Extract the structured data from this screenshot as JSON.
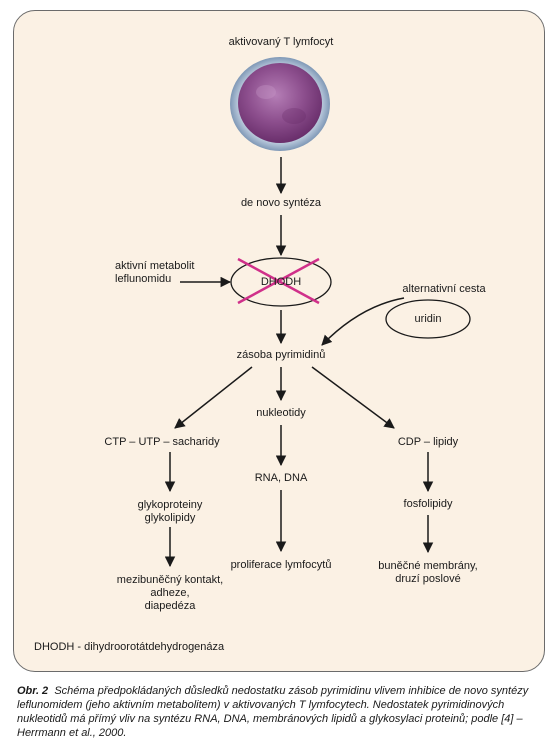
{
  "diagram": {
    "cell_label": "aktivovaný T lymfocyt",
    "de_novo": "de novo syntéza",
    "active_metabolite_line1": "aktivní metabolit",
    "active_metabolite_line2": "leflunomidu",
    "enzyme": "DHODH",
    "alternative_path": "alternativní cesta",
    "uridine": "uridin",
    "pyrimidine_pool": "zásoba pyrimidinů",
    "ctp_utp": "CTP – UTP – sacharidy",
    "nucleotides": "nukleotidy",
    "cdp": "CDP – lipidy",
    "glyco_line1": "glykoproteiny",
    "glyco_line2": "glykolipidy",
    "rna_dna": "RNA, DNA",
    "phospholipids": "fosfolipidy",
    "contact_line1": "mezibuněčný kontakt,",
    "contact_line2": "adheze,",
    "contact_line3": "diapedéza",
    "proliferation": "proliferace lymfocytů",
    "membranes_line1": "buněčné membrány,",
    "membranes_line2": "druzí poslové",
    "abbreviation": "DHODH - dihydroorotátdehydrogenáza"
  },
  "caption": {
    "label": "Obr. 2",
    "text": "Schéma předpokládaných důsledků nedostatku zásob pyrimidinu vlivem inhibice de novo syntézy leflunomidem (jeho aktivním metabolitem) v aktivovaných T lymfocytech. Nedostatek pyrimidinových nukleotidů má přímý vliv na syntézu RNA, DNA, membránových lipidů a glykosylaci proteinů; podle [4] – Herrmann et al., 2000."
  },
  "colors": {
    "panel_background": "#fbf1e4",
    "cell_purple": "#8a4a8a",
    "cell_membrane": "#9fb4cc",
    "cross_magenta": "#d0308a"
  }
}
